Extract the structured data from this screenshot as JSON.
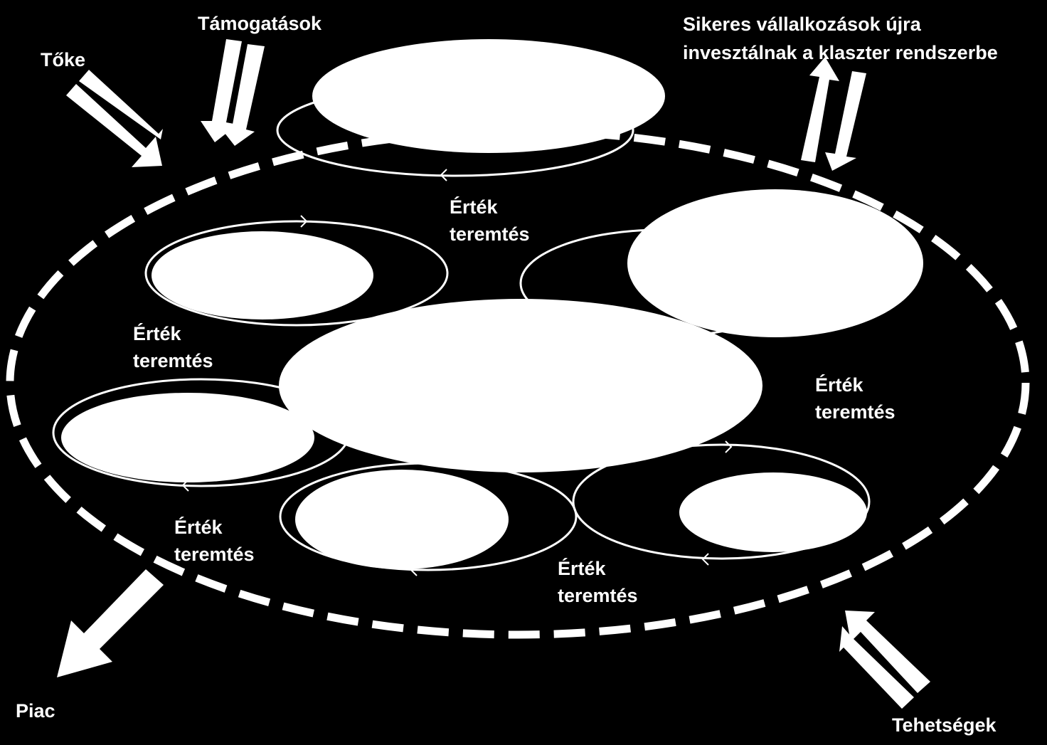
{
  "labels": {
    "capital": "Tőke",
    "support": "Támogatások",
    "reinvest_line1": "Sikeres vállalkozások újra",
    "reinvest_line2": "invesztálnak a klaszter rendszerbe",
    "market": "Piac",
    "talents": "Tehetségek"
  },
  "value_creation": [
    {
      "line1": "Érték",
      "line2": "teremtés"
    },
    {
      "line1": "Érték",
      "line2": "teremtés"
    },
    {
      "line1": "Érték",
      "line2": "teremtés"
    },
    {
      "line1": "Érték",
      "line2": "teremtés"
    },
    {
      "line1": "Érték",
      "line2": "teremtés"
    }
  ],
  "colors": {
    "background": "#000000",
    "foreground": "#ffffff"
  }
}
